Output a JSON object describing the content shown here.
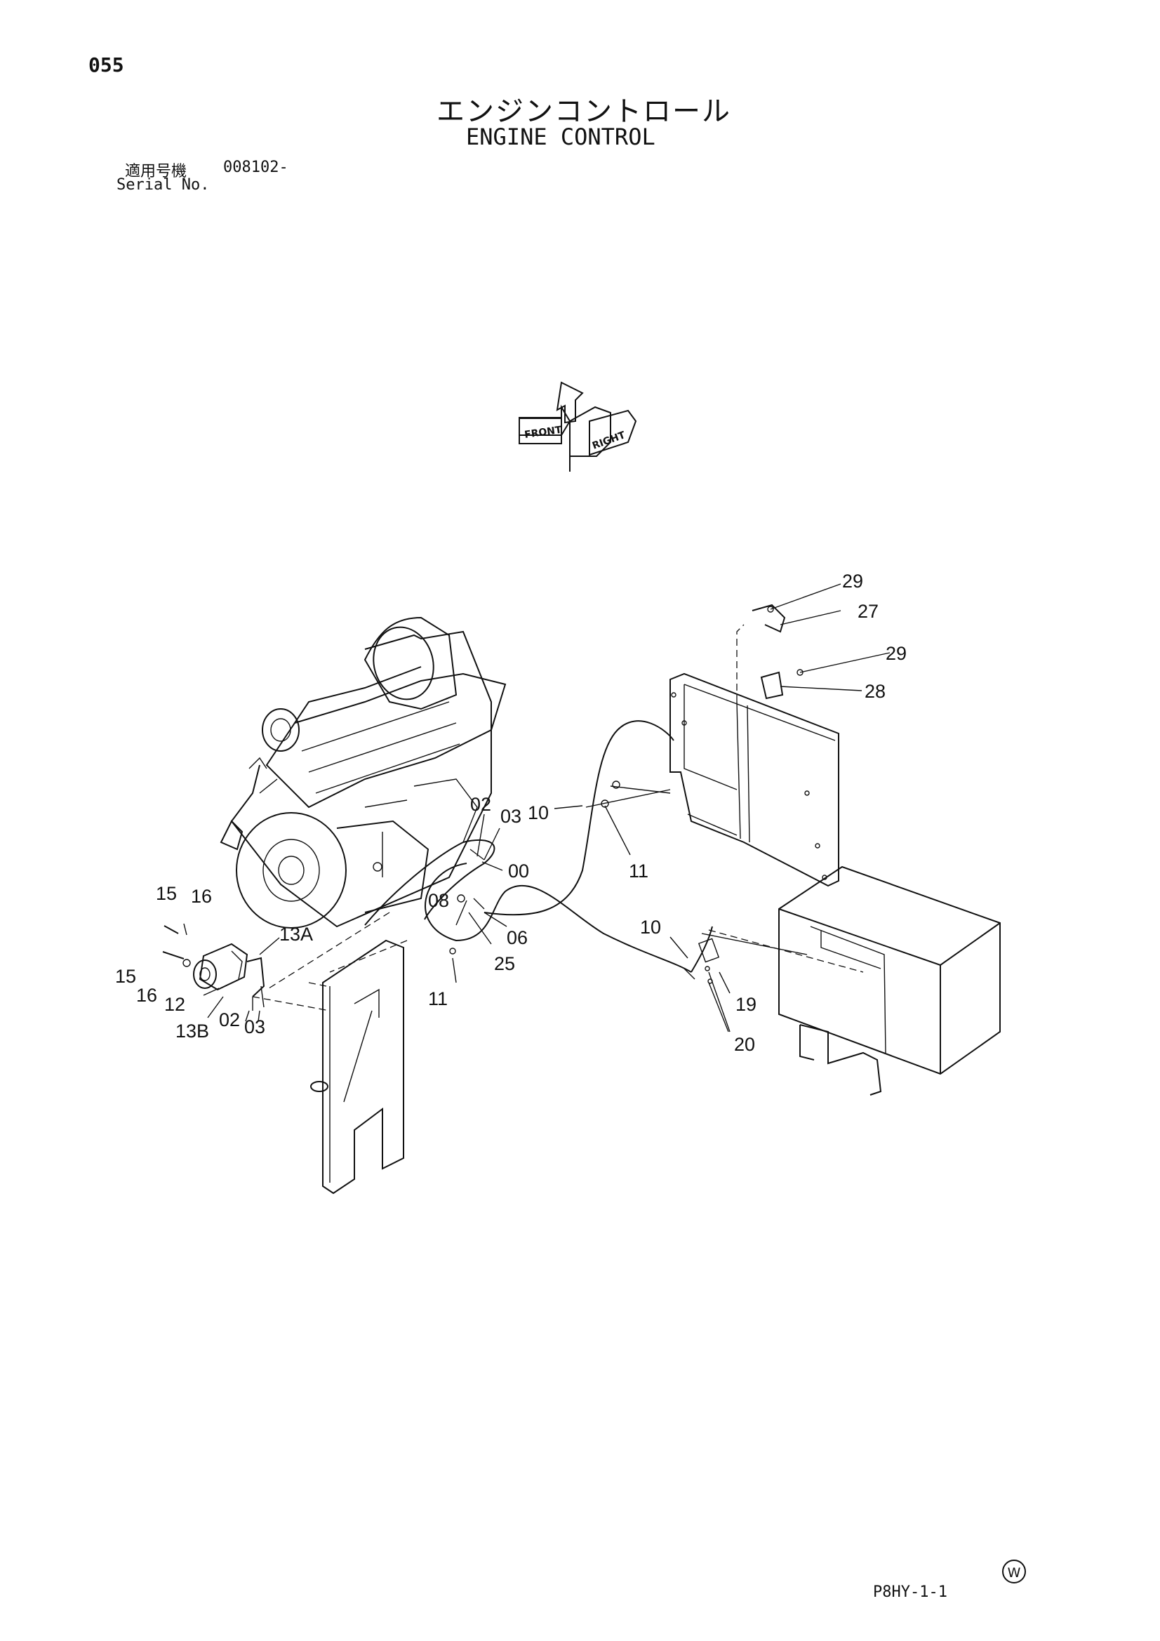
{
  "page_number": "055",
  "title_jp": "エンジンコントロール",
  "title_en": "ENGINE CONTROL",
  "serial": {
    "label_jp": "適用号機",
    "value": "008102-",
    "label_en": "Serial No."
  },
  "orientation_symbol": {
    "front_label": "FRONT",
    "right_label": "RIGHT"
  },
  "callouts": {
    "c29a": "29",
    "c27": "27",
    "c29b": "29",
    "c28": "28",
    "c02a": "02",
    "c03a": "03",
    "c10a": "10",
    "c00": "00",
    "c11a": "11",
    "c15a": "15",
    "c16a": "16",
    "c13A": "13A",
    "c08": "08",
    "c06": "06",
    "c25": "25",
    "c10b": "10",
    "c15b": "15",
    "c16b": "16",
    "c12": "12",
    "c11b": "11",
    "c19": "19",
    "c13B": "13B",
    "c02b": "02",
    "c03b": "03",
    "c20": "20"
  },
  "figure_code": "P8HY-1-1",
  "watermark_symbol": "W"
}
